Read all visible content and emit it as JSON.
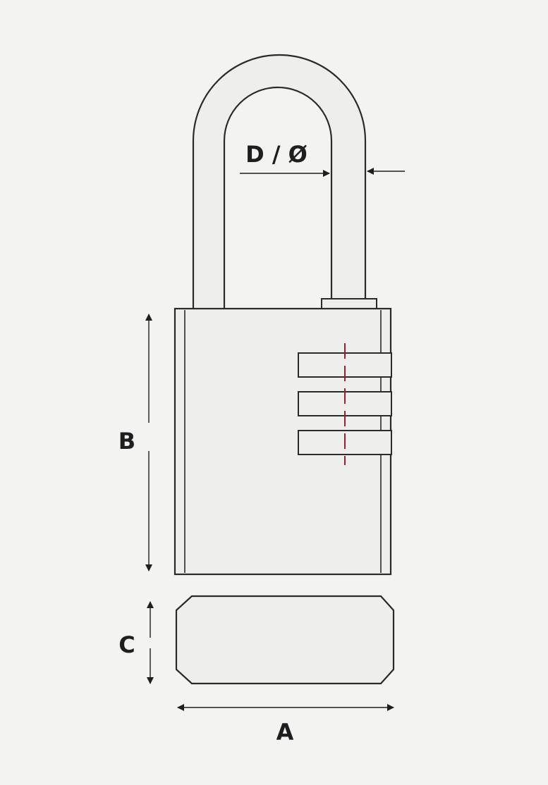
{
  "diagram": {
    "labels": {
      "shackle_diameter": "D / Ø",
      "body_height": "B",
      "body_thickness": "C",
      "body_width": "A"
    },
    "dial_count": 3,
    "colors": {
      "background": "#f3f3f1",
      "line": "#2a2a2a",
      "fill": "#eeeeec",
      "indicator": "#a11d2b"
    }
  }
}
